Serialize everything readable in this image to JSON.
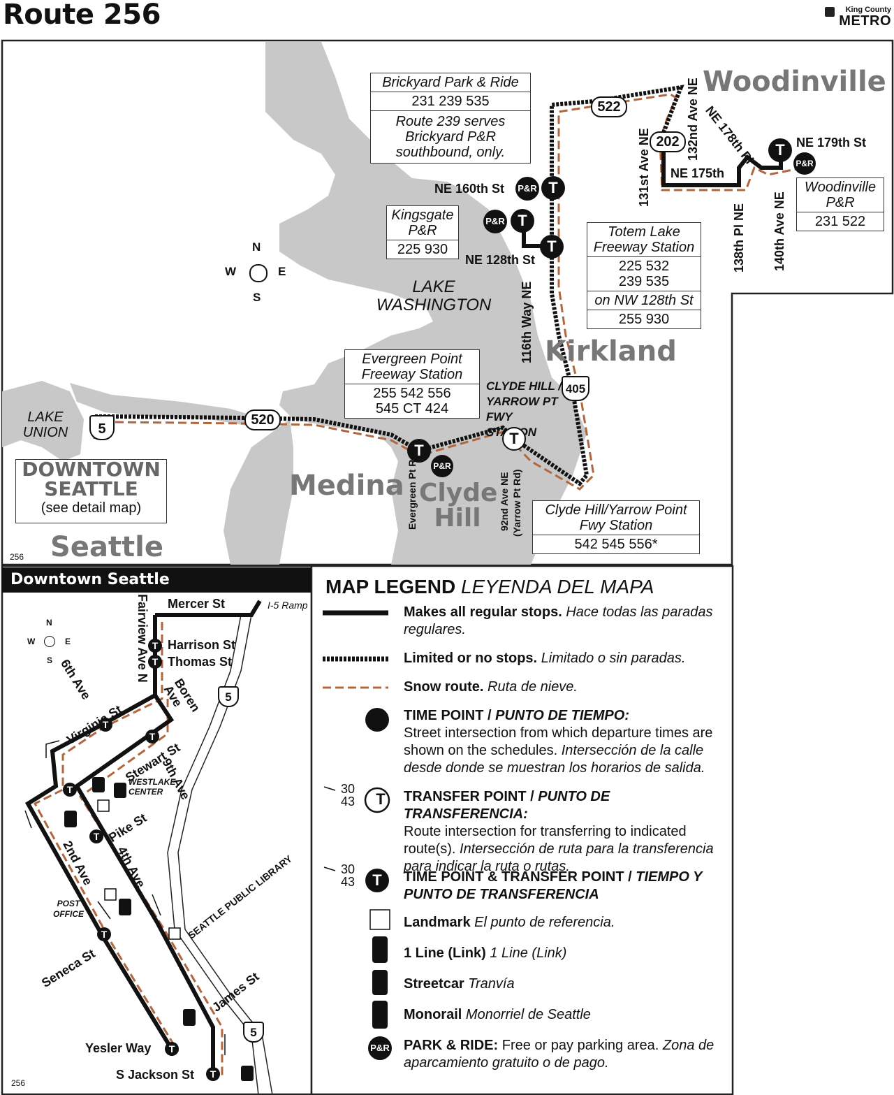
{
  "header": {
    "title": "Route 256",
    "logo_agency": "King County",
    "logo_name": "METRO"
  },
  "colors": {
    "route": "#111111",
    "snow": "#b0673f",
    "water": "#c8c8c8",
    "badge": "#111111"
  },
  "boxes": {
    "brickyard": {
      "title": "Brickyard Park & Ride",
      "routes": "231   239   535",
      "note": "Route 239 serves\nBrickyard P&R\nsouthbound, only."
    },
    "kingsgate": {
      "title": "Kingsgate P&R",
      "routes": "225  930"
    },
    "totem": {
      "title": "Totem Lake Freeway Station",
      "routes": "225     532\n239     535",
      "sub": "on NW 128th St",
      "routes2": "255      930"
    },
    "woodinville": {
      "title": "Woodinville P&R",
      "routes": "231    522"
    },
    "evergreen": {
      "title": "Evergreen Point Freeway Station",
      "routes": "255  542   556\n545   CT 424"
    },
    "clydehill": {
      "title": "Clyde Hill/Yarrow Point Fwy Station",
      "routes": "542  545  556*"
    }
  },
  "downtown_box": {
    "title": "DOWNTOWN SEATTLE",
    "note": "(see detail map)"
  },
  "cities": {
    "woodinville": "Woodinville",
    "kirkland": "Kirkland",
    "medina": "Medina",
    "clyde_hill": "Clyde Hill",
    "seattle": "Seattle"
  },
  "water": {
    "lake_washington": "LAKE WASHINGTON",
    "lake_union": "LAKE UNION"
  },
  "streets": {
    "ne160": "NE 160th St",
    "ne128": "NE 128th St",
    "ne179": "NE 179th St",
    "ne175": "NE 175th",
    "ne178": "NE 178th Pl",
    "ave132": "132nd Ave NE",
    "ave131": "131st Ave NE",
    "pl138": "138th Pl NE",
    "ave140": "140th Ave NE",
    "way116": "116th Way NE",
    "evergreen_rd": "Evergreen Pt Rd",
    "ave92": "92nd Ave NE",
    "yarrow_rd": "(Yarrow Pt Rd)",
    "clyde_station": "CLYDE HILL / YARROW PT FWY STATION"
  },
  "shields": {
    "hwy522": "522",
    "hwy202": "202",
    "i405": "405",
    "hwy520": "520",
    "i5": "5"
  },
  "badges": {
    "pr": "P&R",
    "t": "T"
  },
  "compass": {
    "n": "N",
    "s": "S",
    "e": "E",
    "w": "W"
  },
  "page_num": "256",
  "downtown": {
    "title": "Downtown Seattle",
    "streets": {
      "mercer": "Mercer St",
      "ramp": "I-5 Ramp",
      "fairview": "Fairview Ave N",
      "harrison": "Harrison St",
      "thomas": "Thomas St",
      "ave6": "6th Ave",
      "boren": "Boren Ave",
      "virginia": "Virginia St",
      "stewart": "Stewart St",
      "ave9": "9th Ave",
      "westlake": "WESTLAKE CENTER",
      "pike": "Pike St",
      "ave2": "2nd Ave",
      "ave4": "4th Ave",
      "post": "POST OFFICE",
      "library": "SEATTLE PUBLIC LIBRARY",
      "seneca": "Seneca St",
      "james": "James St",
      "yesler": "Yesler Way",
      "jackson": "S Jackson St"
    }
  },
  "legend": {
    "title": "MAP LEGEND",
    "title_es": "LEYENDA DEL MAPA",
    "sample_routes": [
      "30",
      "43"
    ],
    "items": [
      {
        "en": "Makes all regular stops.",
        "es": "Hace todas las paradas regulares."
      },
      {
        "en": "Limited or no stops.",
        "es": "Limitado o sin paradas."
      },
      {
        "en": "Snow route.",
        "es": "Ruta de nieve."
      },
      {
        "en": "TIME POINT / ",
        "en_es": "PUNTO DE TIEMPO:",
        "desc": "Street intersection from which departure times are shown on the schedules.",
        "desc_es": "Intersección de la calle desde donde se muestran los horarios de salida."
      },
      {
        "en": "TRANSFER POINT / ",
        "en_es": "PUNTO DE TRANSFERENCIA:",
        "desc": "Route intersection for transferring to indicated route(s).",
        "desc_es": "Intersección de ruta para la transferencia para indicar la ruta o rutas."
      },
      {
        "en": "TIME POINT & TRANSFER POINT / ",
        "en_es": "TIEMPO Y PUNTO DE TRANSFERENCIA"
      },
      {
        "en": "Landmark",
        "es": "El punto de referencia."
      },
      {
        "en": "1 Line (Link)",
        "es": "1 Line (Link)"
      },
      {
        "en": "Streetcar",
        "es": "Tranvía"
      },
      {
        "en": "Monorail",
        "es": "Monorriel de Seattle"
      },
      {
        "en": "PARK & RIDE:",
        "desc": "Free or pay parking area.",
        "desc_es": "Zona de aparcamiento gratuito o de pago."
      }
    ]
  }
}
